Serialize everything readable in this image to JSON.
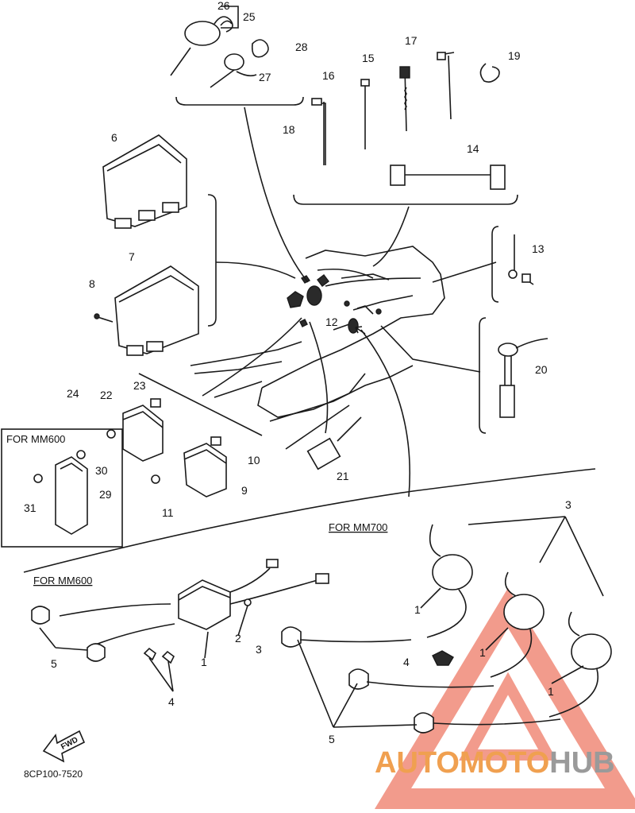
{
  "diagram_code": "8CP100-7520",
  "fwd_label": "FWD",
  "sections": {
    "mm600_box": "FOR MM600",
    "mm700": "FOR MM700",
    "mm600_lower": "FOR MM600"
  },
  "callouts": [
    "1",
    "1",
    "1",
    "1",
    "2",
    "3",
    "3",
    "4",
    "4",
    "5",
    "5",
    "6",
    "7",
    "8",
    "9",
    "10",
    "11",
    "12",
    "13",
    "14",
    "15",
    "16",
    "17",
    "18",
    "19",
    "20",
    "21",
    "22",
    "23",
    "24",
    "25",
    "26",
    "27",
    "28",
    "29",
    "30",
    "31"
  ],
  "watermark": {
    "part1": "AUTOMOTO",
    "part2": "HUB",
    "color_primary": "#f0907a",
    "color_secondary": "#9a9a9a",
    "color_orange": "#f0a050"
  }
}
